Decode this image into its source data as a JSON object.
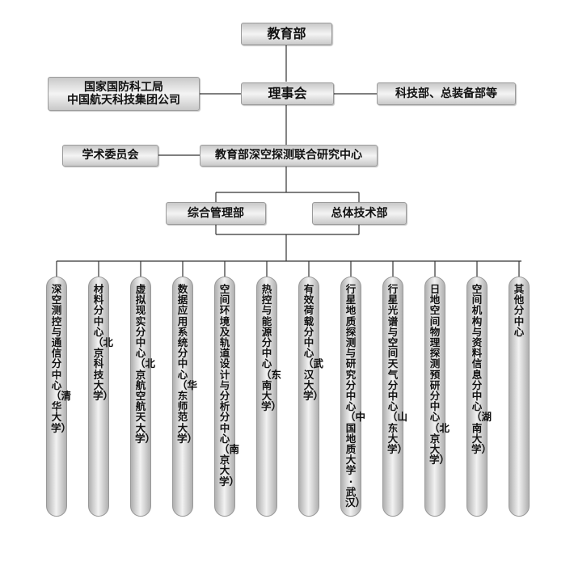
{
  "top": {
    "label": "教育部"
  },
  "council": {
    "label": "理事会"
  },
  "left_partner": {
    "label": "国家国防科工局\n中国航天科技集团公司"
  },
  "right_partner": {
    "label": "科技部、总装备部等"
  },
  "committee": {
    "label": "学术委员会"
  },
  "center": {
    "label": "教育部深空探测联合研究中心"
  },
  "dept_admin": {
    "label": "综合管理部"
  },
  "dept_tech": {
    "label": "总体技术部"
  },
  "subcenters": [
    {
      "label": "深空测控与通信分中心（清华大学）"
    },
    {
      "label": "材料分中心（北京科技大学）"
    },
    {
      "label": "虚拟现实分中心（北京航空航天大学）"
    },
    {
      "label": "数据应用系统分中心（华东师范大学）"
    },
    {
      "label": "空间环境及轨道设计与分析分中心（南京大学）"
    },
    {
      "label": "热控与能源分中心（东南大学）"
    },
    {
      "label": "有效荷载分中心（武汉大学）"
    },
    {
      "label": "行星地质探测与研究分中心（中国地质大学·武汉）"
    },
    {
      "label": "行星光谱与空间天气分中心（山东大学）"
    },
    {
      "label": "日地空间物理探测预研分中心（北京大学）"
    },
    {
      "label": "空间机构与资料信息分中心（湖南大学）"
    },
    {
      "label": "其他分中心"
    }
  ]
}
